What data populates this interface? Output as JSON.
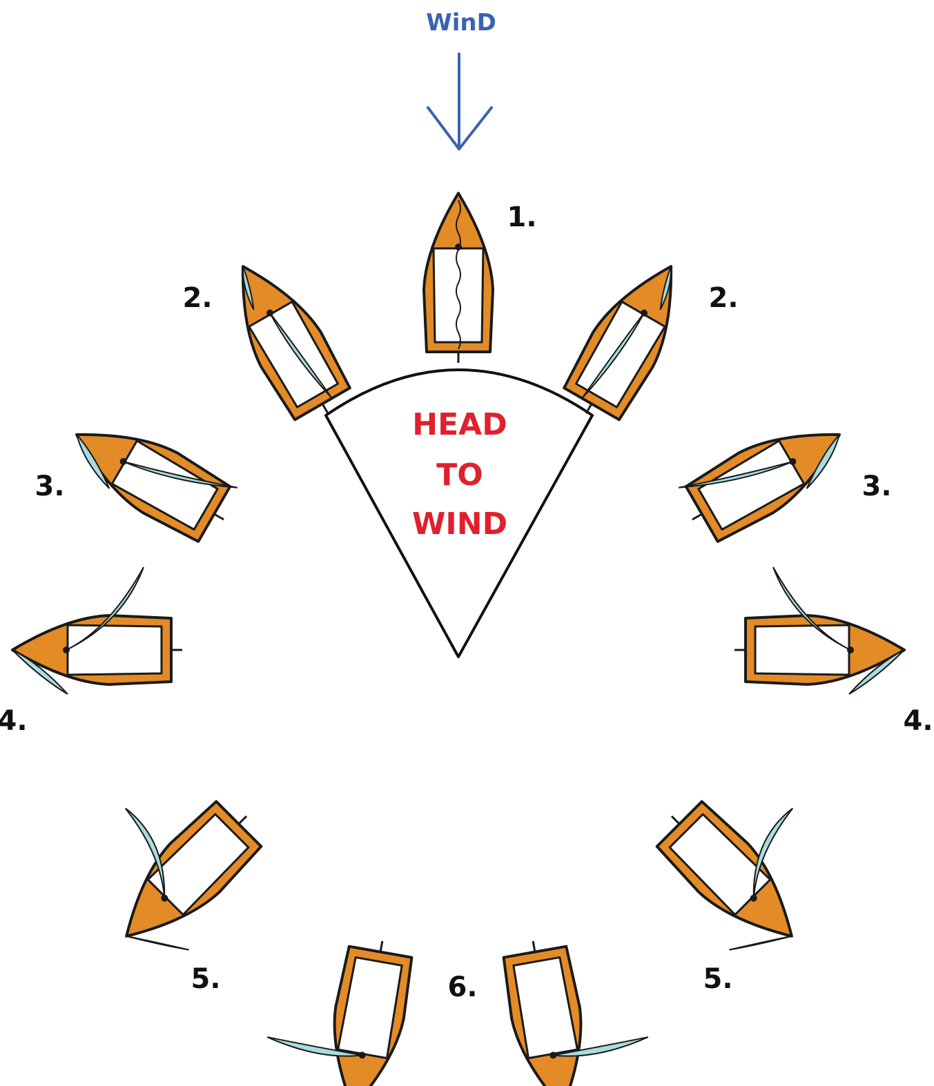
{
  "wind": {
    "label": "WinD"
  },
  "zone": {
    "line1": "HEAD",
    "line2": "TO",
    "line3": "WIND"
  },
  "colors": {
    "hull": "#E38B26",
    "hull_outline": "#1a1a1a",
    "sail": "#A8DCE0",
    "wind": "#3C62B0",
    "zone_text": "#E0202E",
    "line": "#111111"
  },
  "boats": [
    {
      "label": "1.",
      "heading_deg": 0,
      "sail": "luffing"
    },
    {
      "label": "2.",
      "heading_deg": -30,
      "sail": "close-hauled"
    },
    {
      "label": "2.",
      "heading_deg": 30,
      "sail": "close-hauled"
    },
    {
      "label": "3.",
      "heading_deg": -60,
      "sail": "close-reach"
    },
    {
      "label": "3.",
      "heading_deg": 60,
      "sail": "close-reach"
    },
    {
      "label": "4.",
      "heading_deg": -90,
      "sail": "beam-reach"
    },
    {
      "label": "4.",
      "heading_deg": 90,
      "sail": "beam-reach"
    },
    {
      "label": "5.",
      "heading_deg": -135,
      "sail": "broad-reach"
    },
    {
      "label": "5.",
      "heading_deg": 135,
      "sail": "broad-reach"
    },
    {
      "label": "6.",
      "heading_deg": -170,
      "sail": "running"
    },
    {
      "label": "6.",
      "heading_deg": 170,
      "sail": "running"
    }
  ]
}
